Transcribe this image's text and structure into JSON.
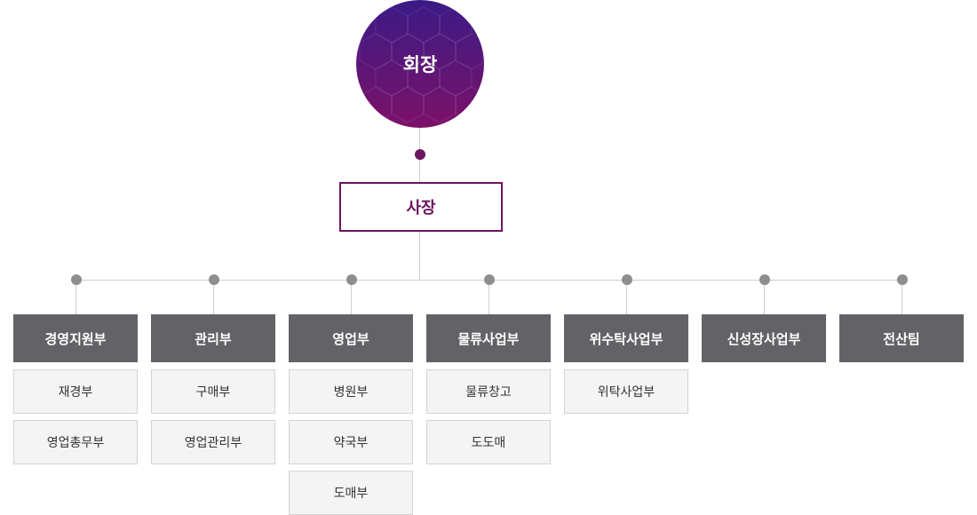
{
  "chairman": {
    "label": "회장"
  },
  "president": {
    "label": "사장"
  },
  "departments": [
    {
      "label": "경영지원부",
      "subs": [
        "재경부",
        "영업총무부"
      ]
    },
    {
      "label": "관리부",
      "subs": [
        "구매부",
        "영업관리부"
      ]
    },
    {
      "label": "영업부",
      "subs": [
        "병원부",
        "약국부",
        "도매부"
      ]
    },
    {
      "label": "물류사업부",
      "subs": [
        "물류창고",
        "도도매"
      ]
    },
    {
      "label": "위수탁사업부",
      "subs": [
        "위탁사업부"
      ]
    },
    {
      "label": "신성장사업부",
      "subs": []
    },
    {
      "label": "전산팀",
      "subs": []
    }
  ],
  "colors": {
    "accent": "#6e1560",
    "dept_bg": "#636266",
    "sub_bg": "#f4f4f4",
    "line": "#cfcfcf",
    "dot": "#8e8e8e"
  }
}
